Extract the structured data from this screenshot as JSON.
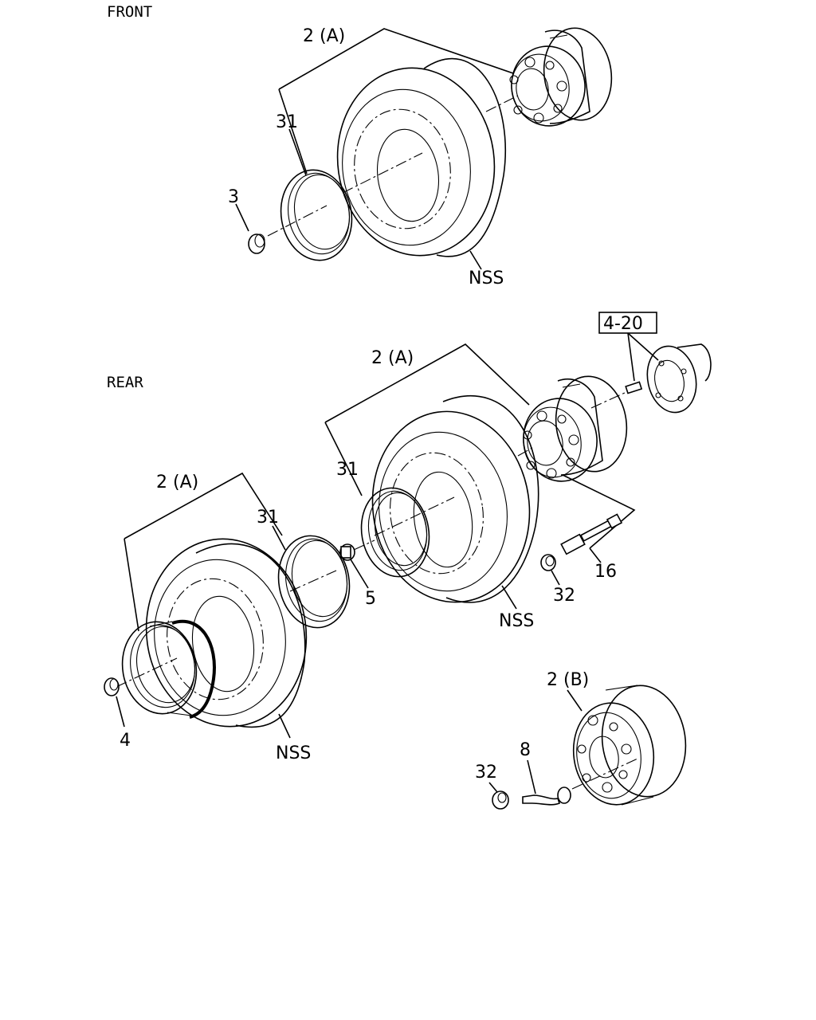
{
  "sections": {
    "front": "FRONT",
    "rear": "REAR"
  },
  "callouts": {
    "front_assembly": "2 (A)",
    "front_ring": "31",
    "front_nut": "3",
    "front_tire": "NSS",
    "hub_ref": "4-20",
    "rear_inner_assembly": "2 (A)",
    "rear_inner_ring": "31",
    "rear_inner_tire": "NSS",
    "rear_inner_nut": "32",
    "rear_bolt": "16",
    "rear_outer_assembly": "2 (A)",
    "rear_outer_ring": "31",
    "rear_spacer": "5",
    "rear_outer_nut": "4",
    "rear_outer_tire": "NSS",
    "spare_wheel": "2 (B)",
    "spare_valve": "8",
    "spare_nut": "32"
  }
}
